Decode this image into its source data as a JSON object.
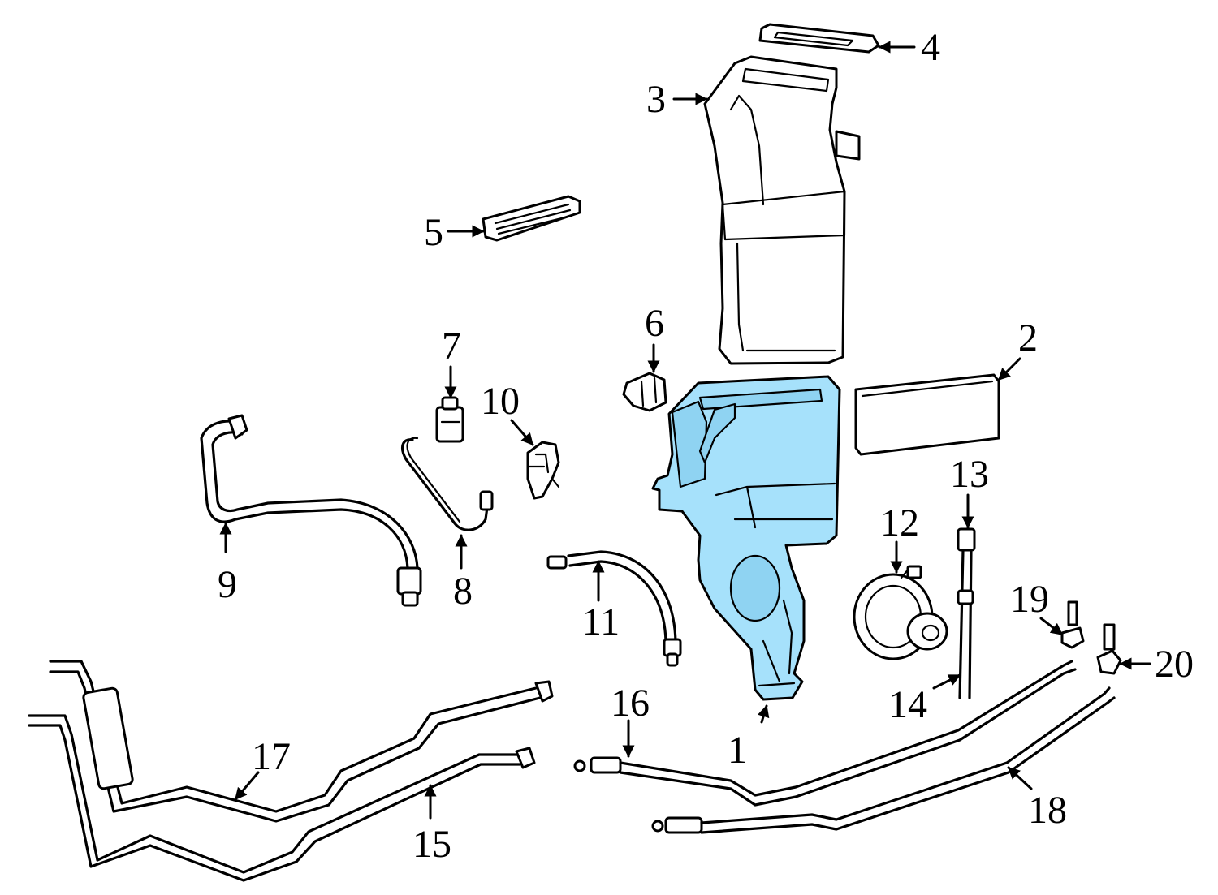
{
  "callouts": [
    {
      "id": "1",
      "label": "1"
    },
    {
      "id": "2",
      "label": "2"
    },
    {
      "id": "3",
      "label": "3"
    },
    {
      "id": "4",
      "label": "4"
    },
    {
      "id": "5",
      "label": "5"
    },
    {
      "id": "6",
      "label": "6"
    },
    {
      "id": "7",
      "label": "7"
    },
    {
      "id": "8",
      "label": "8"
    },
    {
      "id": "9",
      "label": "9"
    },
    {
      "id": "10",
      "label": "10"
    },
    {
      "id": "11",
      "label": "11"
    },
    {
      "id": "12",
      "label": "12"
    },
    {
      "id": "13",
      "label": "13"
    },
    {
      "id": "14",
      "label": "14"
    },
    {
      "id": "15",
      "label": "15"
    },
    {
      "id": "16",
      "label": "16"
    },
    {
      "id": "17",
      "label": "17"
    },
    {
      "id": "18",
      "label": "18"
    },
    {
      "id": "19",
      "label": "19"
    },
    {
      "id": "20",
      "label": "20"
    }
  ],
  "colors": {
    "highlight": "#a6e1fb",
    "line": "#000000",
    "background": "#ffffff"
  }
}
